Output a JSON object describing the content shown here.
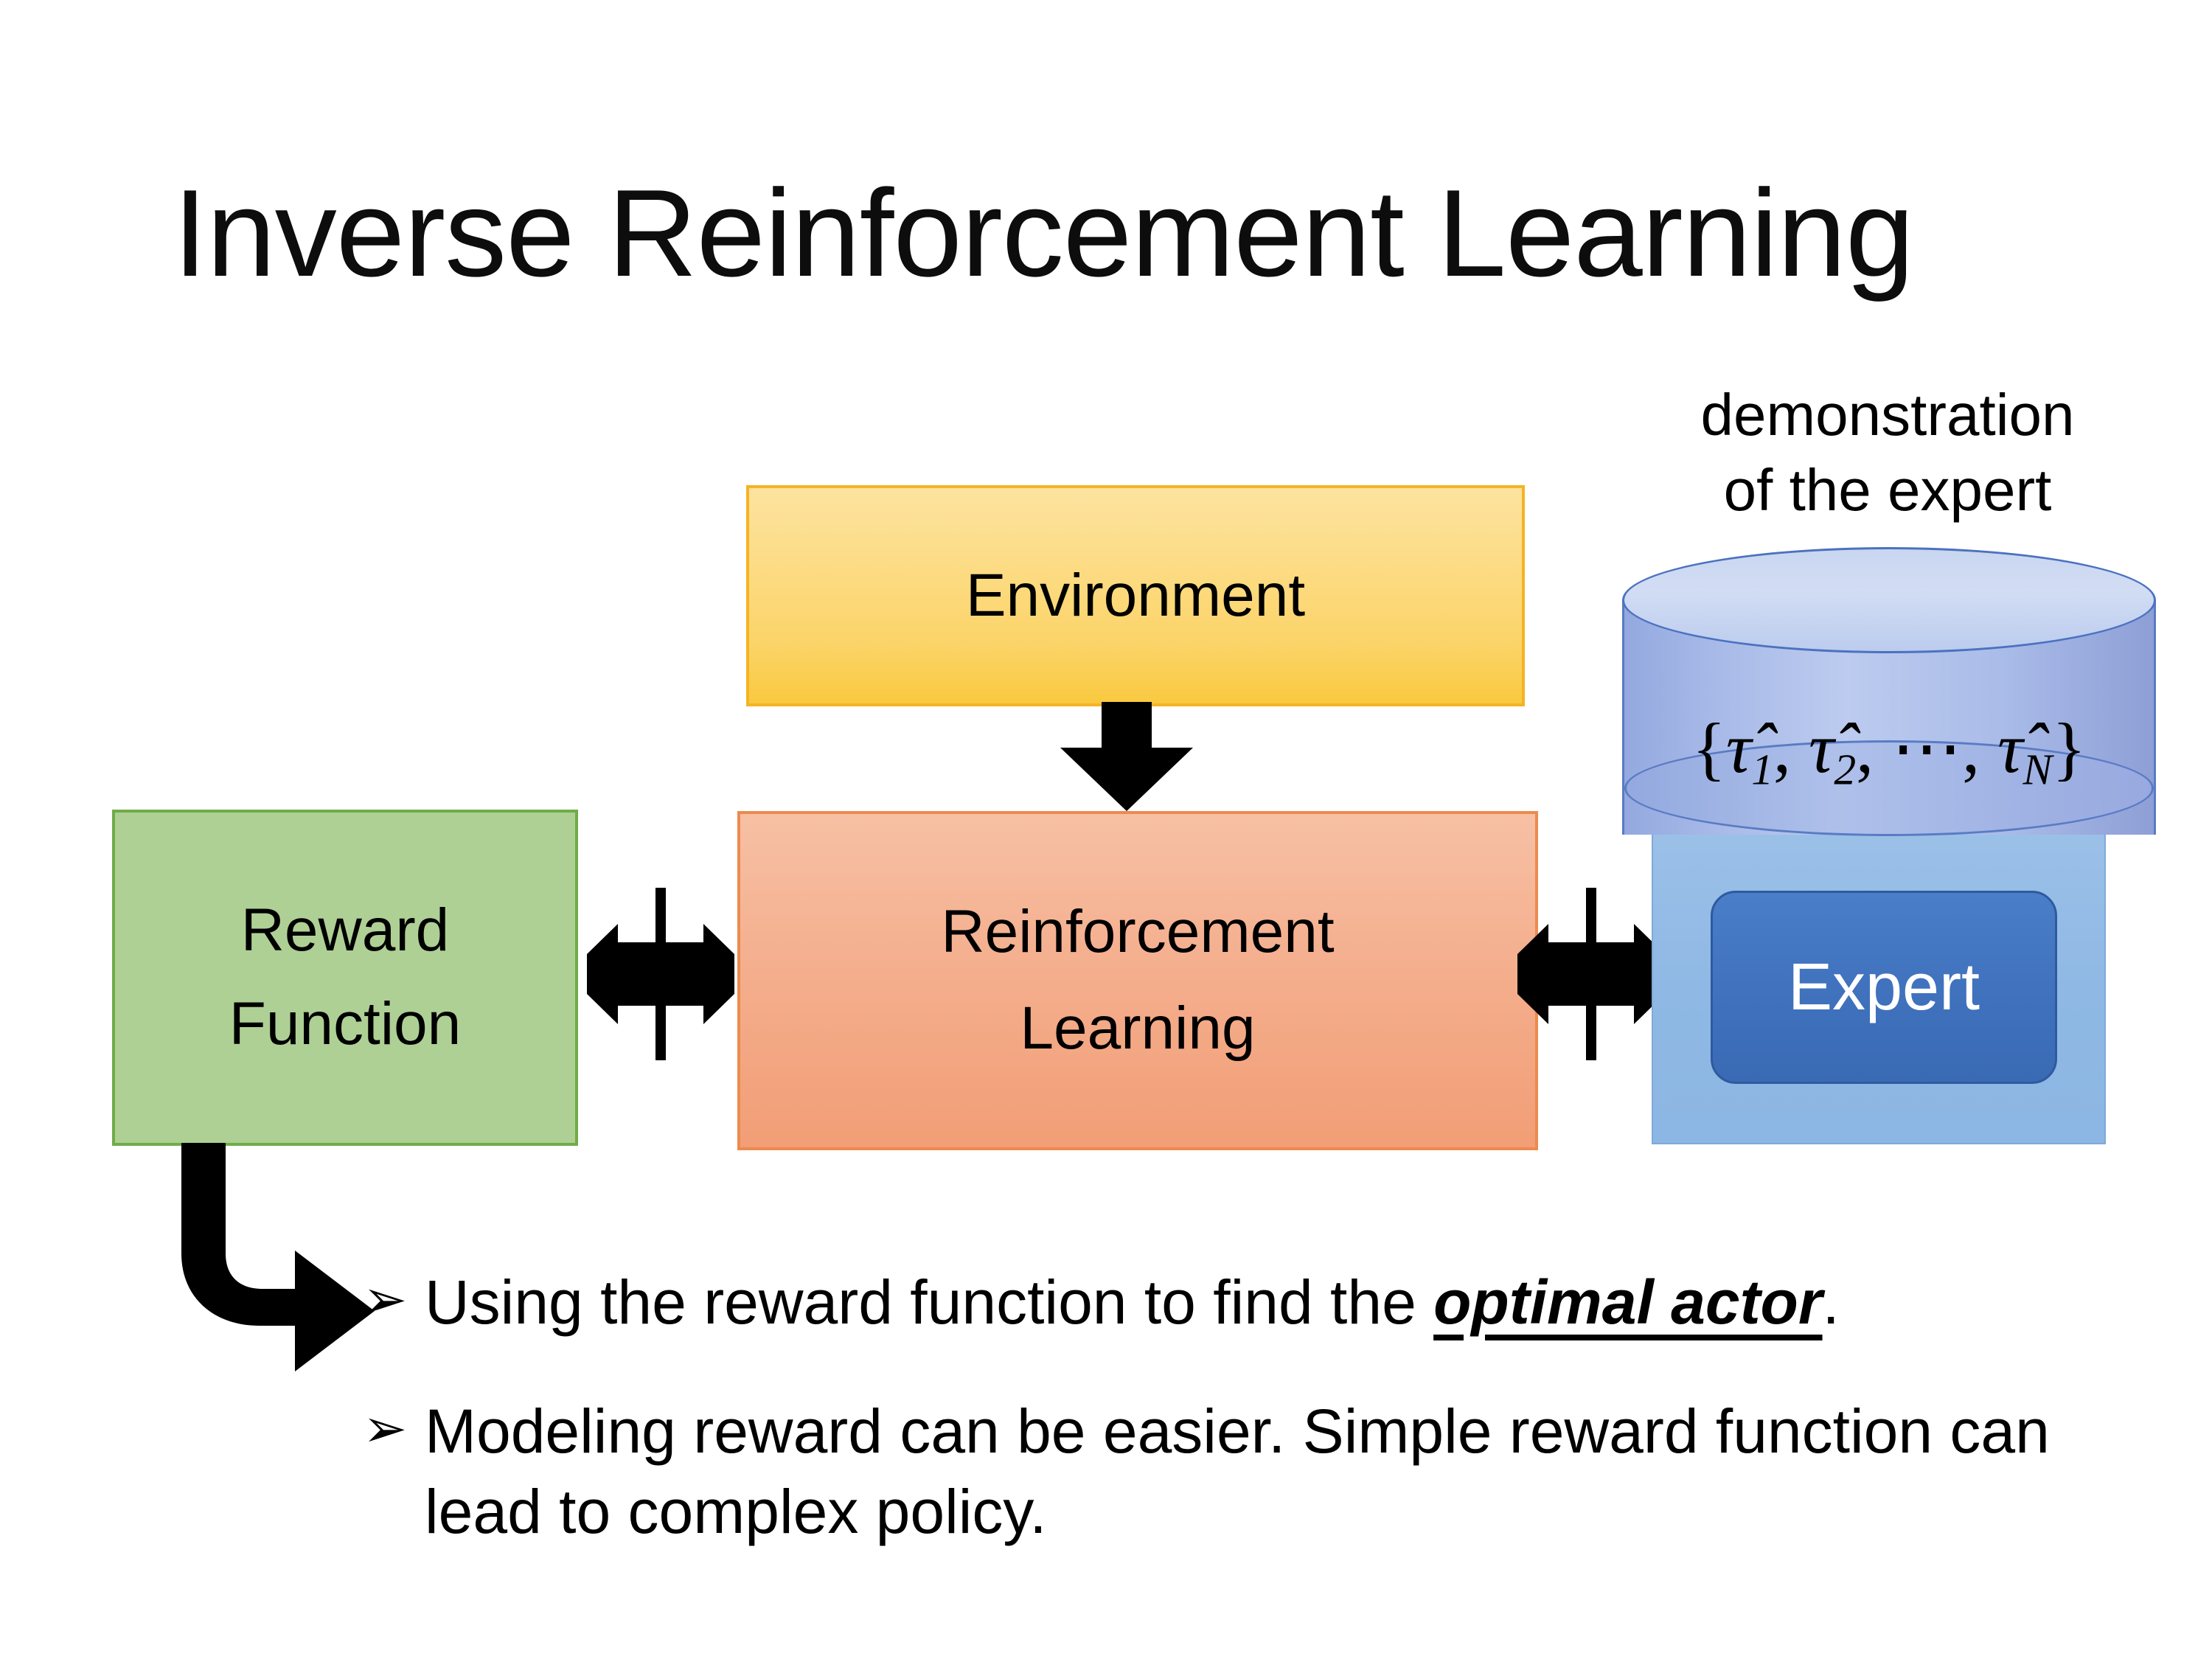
{
  "slide": {
    "title": "Inverse Reinforcement Learning",
    "background_color": "#FFFFFF"
  },
  "diagram": {
    "environment_box": {
      "label": "Environment",
      "fill_color": "#FBD469",
      "border_color": "#F5B323"
    },
    "rl_box": {
      "label_line1": "Reinforcement",
      "label_line2": "Learning",
      "fill_color": "#F4AF8E",
      "border_color": "#ED8A4E"
    },
    "reward_box": {
      "label_line1": "Reward",
      "label_line2": "Function",
      "fill_color": "#AED095",
      "border_color": "#71AC47"
    },
    "demonstration": {
      "caption_line1": "demonstration",
      "caption_line2": "of the expert",
      "cylinder_formula": "{τ̂1, τ̂2, ⋯, τ̂N}",
      "cylinder_formula_parts": {
        "open_brace": "{",
        "tau1": "τ̂",
        "sub1": "1",
        "sep1": ", ",
        "tau2": "τ̂",
        "sub2": "2",
        "sep2": ", ⋯, ",
        "tauN": "τ̂",
        "subN": "N",
        "close_brace": "}"
      },
      "cylinder_fill_color": "#A8BAE8",
      "cylinder_border_color": "#5A7BC4"
    },
    "expert_box": {
      "label": "Expert",
      "fill_color": "#4072BE",
      "border_color": "#2E5A9E",
      "text_color": "#FFFFFF"
    },
    "expert_container": {
      "fill_color": "#8FB8E4",
      "border_color": "#7FA9D8"
    },
    "connectors": {
      "environment_to_rl": "down-arrow",
      "reward_to_rl": "bidirectional-quad-arrow",
      "rl_to_expert": "bidirectional-quad-arrow",
      "reward_to_bullets": "elbow-arrow",
      "arrow_color": "#000000"
    }
  },
  "bullets": {
    "marker": "➢",
    "items": [
      {
        "prefix": "Using the reward function to find the ",
        "emphasis": "optimal actor",
        "suffix": "."
      },
      {
        "prefix": "Modeling reward can be easier. Simple reward function can lead to complex policy.",
        "emphasis": "",
        "suffix": ""
      }
    ]
  }
}
